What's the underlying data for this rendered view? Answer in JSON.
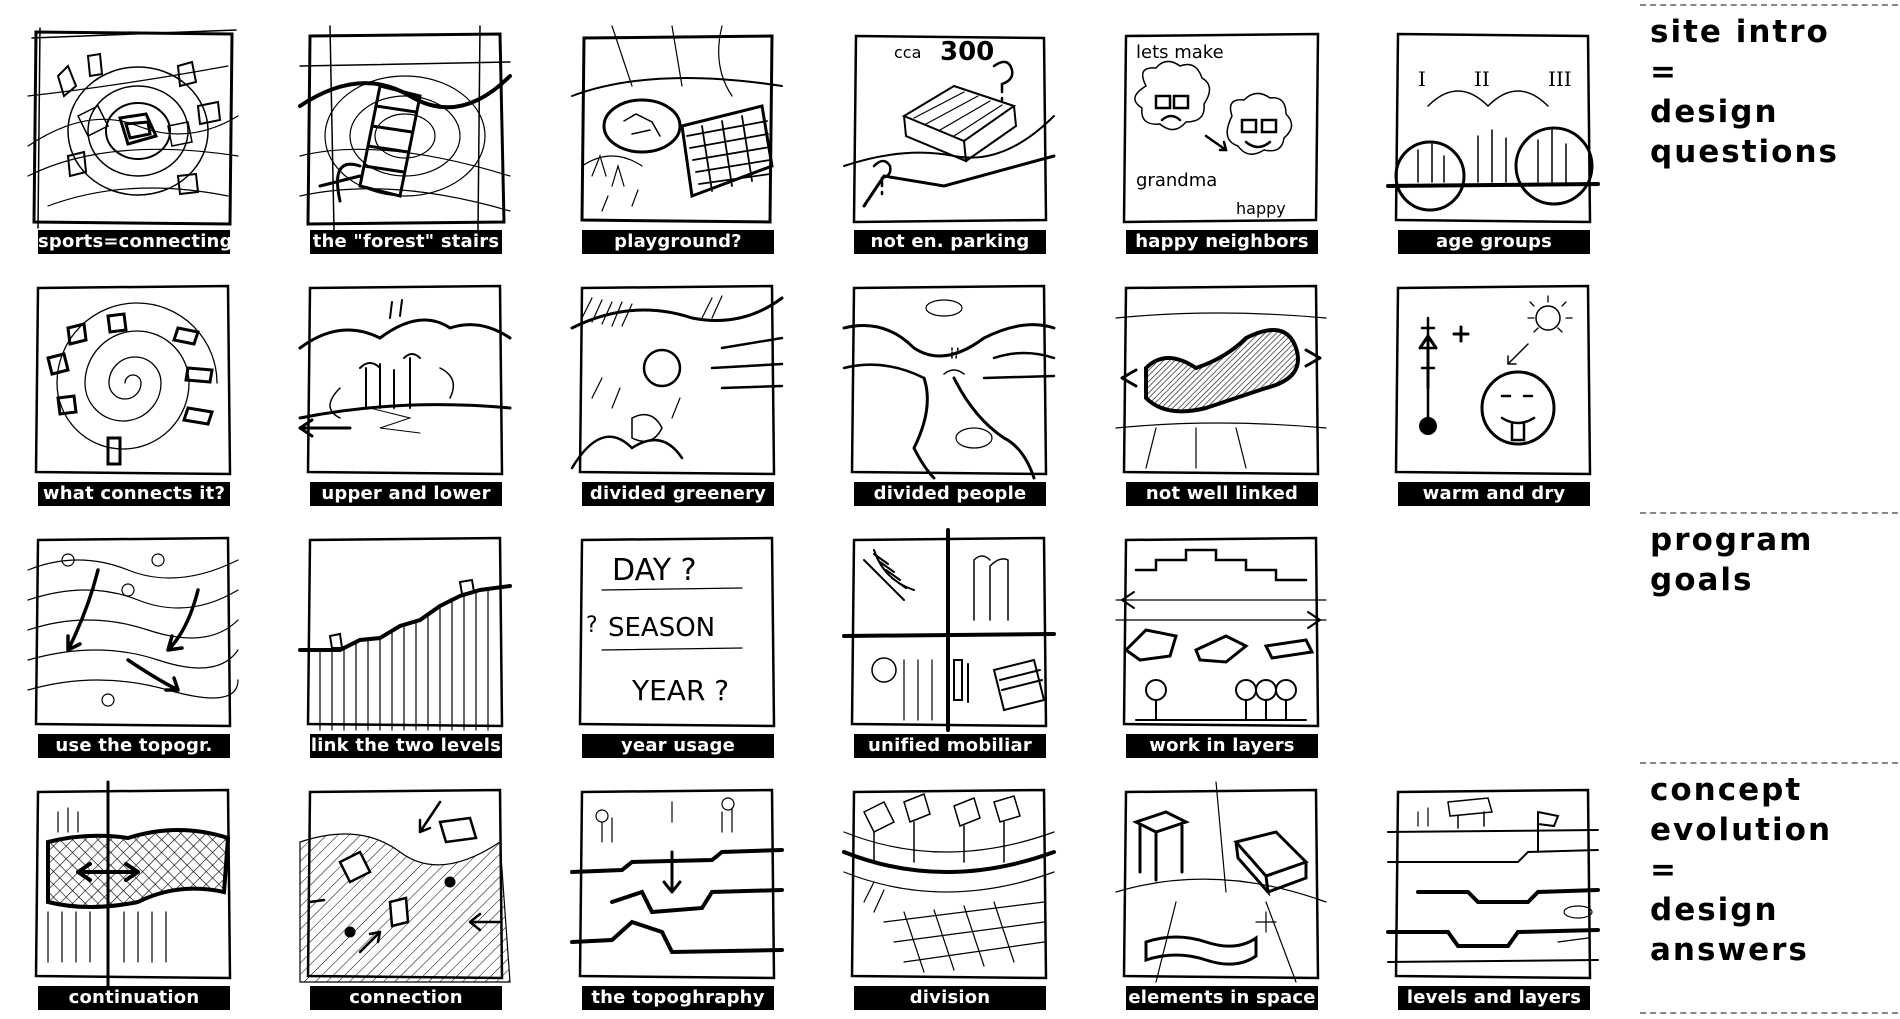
{
  "rows": [
    [
      "sports=connecting",
      "the \"forest\" stairs",
      "playground?",
      "not en. parking",
      "happy neighbors",
      "age groups"
    ],
    [
      "what connects it?",
      "upper and lower",
      "divided greenery",
      "divided people",
      "not well linked",
      "warm and dry"
    ],
    [
      "use the topogr.",
      "link the two levels",
      "year usage",
      "unified mobiliar",
      "work in layers"
    ],
    [
      "continuation",
      "connection",
      "the topoghraphy",
      "division",
      "elements in space",
      "levels and layers"
    ]
  ],
  "sketch_text": {
    "parking_label": "300",
    "parking_prefix": "cca",
    "neighbors_top": "lets make",
    "neighbors_mid": "grandma",
    "neighbors_bot": "happy",
    "age_roman": [
      "I",
      "II",
      "III"
    ],
    "year_words": [
      "DAY ?",
      "SEASON",
      "YEAR ?"
    ],
    "year_q": "?"
  },
  "sections": {
    "site_intro": [
      "site intro",
      "=",
      "design",
      "questions"
    ],
    "program_goals": [
      "program",
      "goals"
    ],
    "concept_evolution": [
      "concept",
      "evolution",
      "=",
      "design",
      "answers"
    ]
  }
}
